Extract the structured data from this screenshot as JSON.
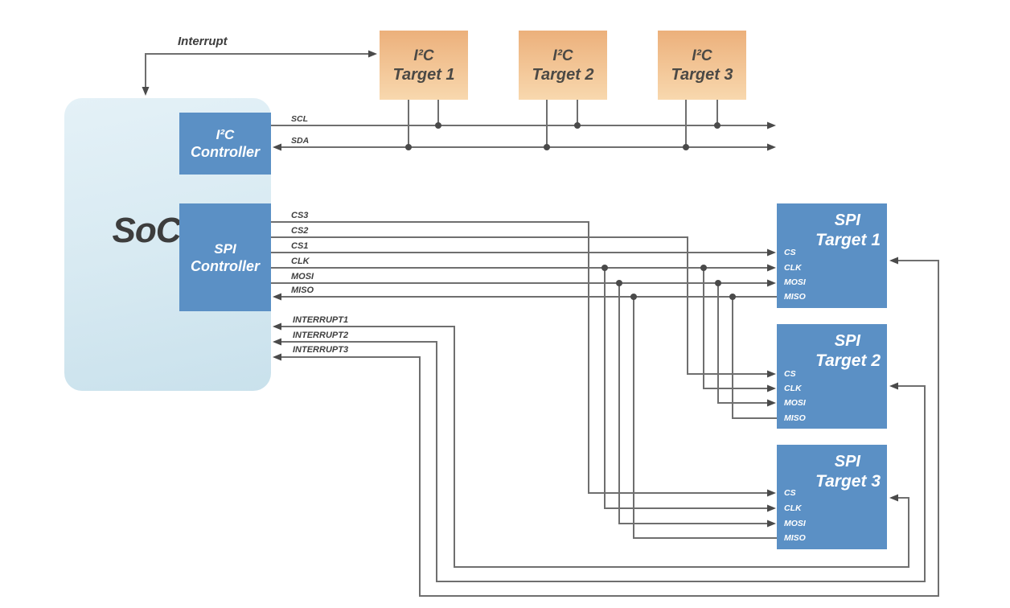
{
  "labels": {
    "soc": "SoC",
    "interrupt": "Interrupt",
    "scl": "SCL",
    "sda": "SDA"
  },
  "controllers": {
    "i2c": {
      "line1": "I²C",
      "line2": "Controller"
    },
    "spi": {
      "line1": "SPI",
      "line2": "Controller"
    }
  },
  "i2c_targets": [
    {
      "line1": "I²C",
      "line2": "Target 1"
    },
    {
      "line1": "I²C",
      "line2": "Target 2"
    },
    {
      "line1": "I²C",
      "line2": "Target 3"
    }
  ],
  "spi_targets": [
    {
      "line1": "SPI",
      "line2": "Target 1",
      "pins": [
        "CS",
        "CLK",
        "MOSI",
        "MISO"
      ]
    },
    {
      "line1": "SPI",
      "line2": "Target 2",
      "pins": [
        "CS",
        "CLK",
        "MOSI",
        "MISO"
      ]
    },
    {
      "line1": "SPI",
      "line2": "Target 3",
      "pins": [
        "CS",
        "CLK",
        "MOSI",
        "MISO"
      ]
    }
  ],
  "spi_signals": [
    "CS3",
    "CS2",
    "CS1",
    "CLK",
    "MOSI",
    "MISO"
  ],
  "interrupts": [
    "INTERRUPT1",
    "INTERRUPT2",
    "INTERRUPT3"
  ],
  "colors": {
    "wire": "#6f6f6f",
    "arrow": "#4a4a4a",
    "box-blue": "#5b90c5",
    "orange-top": "#ecb07b",
    "orange-bottom": "#f8d8ae",
    "soc-top": "#e4f1f7",
    "soc-bottom": "#c9e1ec",
    "text-dark": "#3f3f3f",
    "text-light": "#ffffff"
  }
}
